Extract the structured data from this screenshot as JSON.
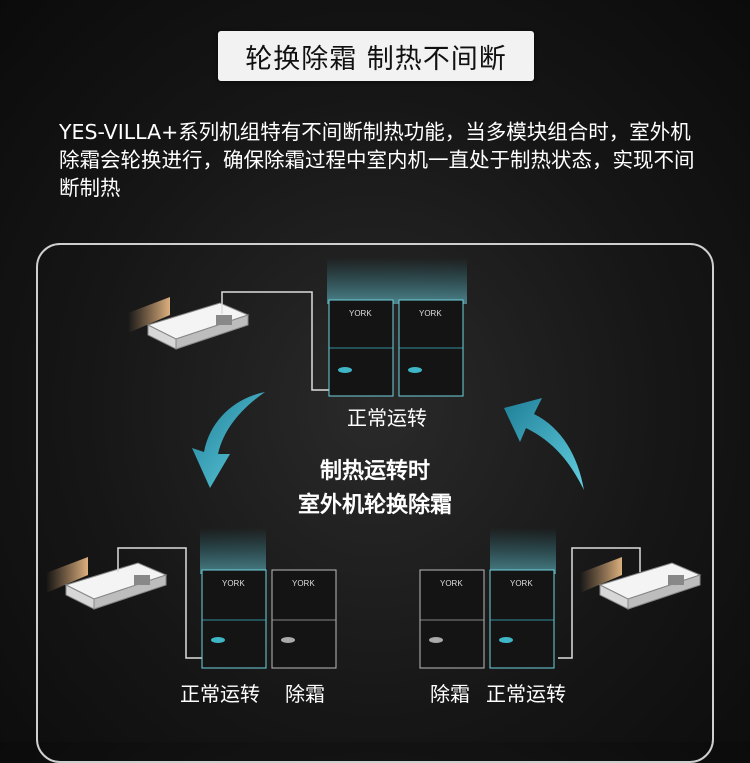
{
  "header": {
    "title": "轮换除霜 制热不间断"
  },
  "description": "YES-VILLA+系列机组特有不间断制热功能，当多模块组合时，室外机除霜会轮换进行，确保除霜过程中室内机一直处于制热状态，实现不间断制热",
  "diagram": {
    "center_line1": "制热运转时",
    "center_line2": "室外机轮换除霜",
    "top_group_label": "正常运转",
    "bottom_left_label_a": "正常运转",
    "bottom_left_label_b": "除霜",
    "bottom_right_label_a": "除霜",
    "bottom_right_label_b": "正常运转",
    "brand": "YORK"
  },
  "colors": {
    "accent": "#3fb6c8",
    "glow": "#e8b27a",
    "frame": "#cfcfcf"
  }
}
